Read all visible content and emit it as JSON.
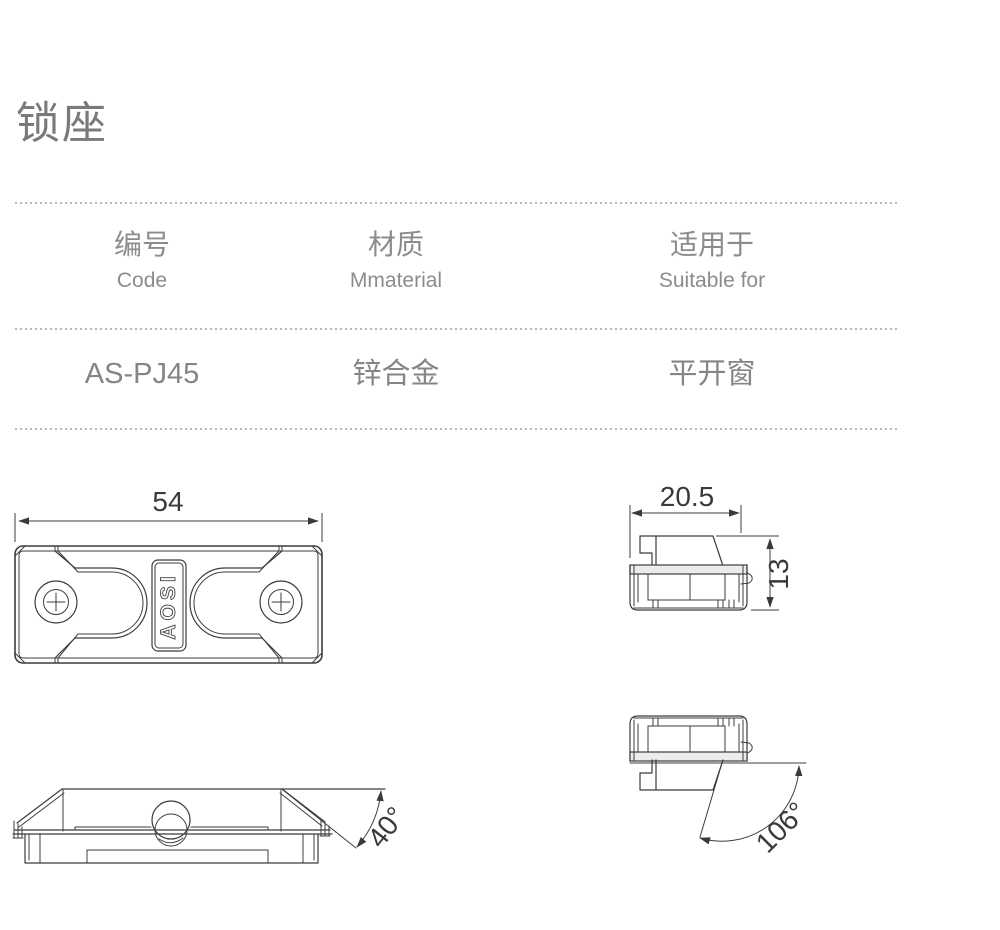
{
  "page": {
    "title": "锁座",
    "background": "#ffffff"
  },
  "colors": {
    "title_text": "#7a7a7a",
    "table_text": "#8c8c8c",
    "row_text": "#858585",
    "drawing_line": "#3c3c3c",
    "dimension_text": "#3a3a3a",
    "divider_dots": "#b9b9b9",
    "flange_fill": "#ececec"
  },
  "table": {
    "headers": [
      {
        "zh": "编号",
        "en": "Code"
      },
      {
        "zh": "材质",
        "en": "Mmaterial"
      },
      {
        "zh": "适用于",
        "en": "Suitable for"
      }
    ],
    "row": {
      "code": "AS-PJ45",
      "material": "锌合金",
      "suitable_for": "平开窗"
    }
  },
  "drawings": {
    "top_view": {
      "width_dim": "54",
      "brand_text": "AOSI"
    },
    "side_view": {
      "width_dim": "20.5",
      "height_dim": "13"
    },
    "front_view": {
      "angle_dim": "40°"
    },
    "open_angle_view": {
      "angle_dim": "106°"
    }
  }
}
